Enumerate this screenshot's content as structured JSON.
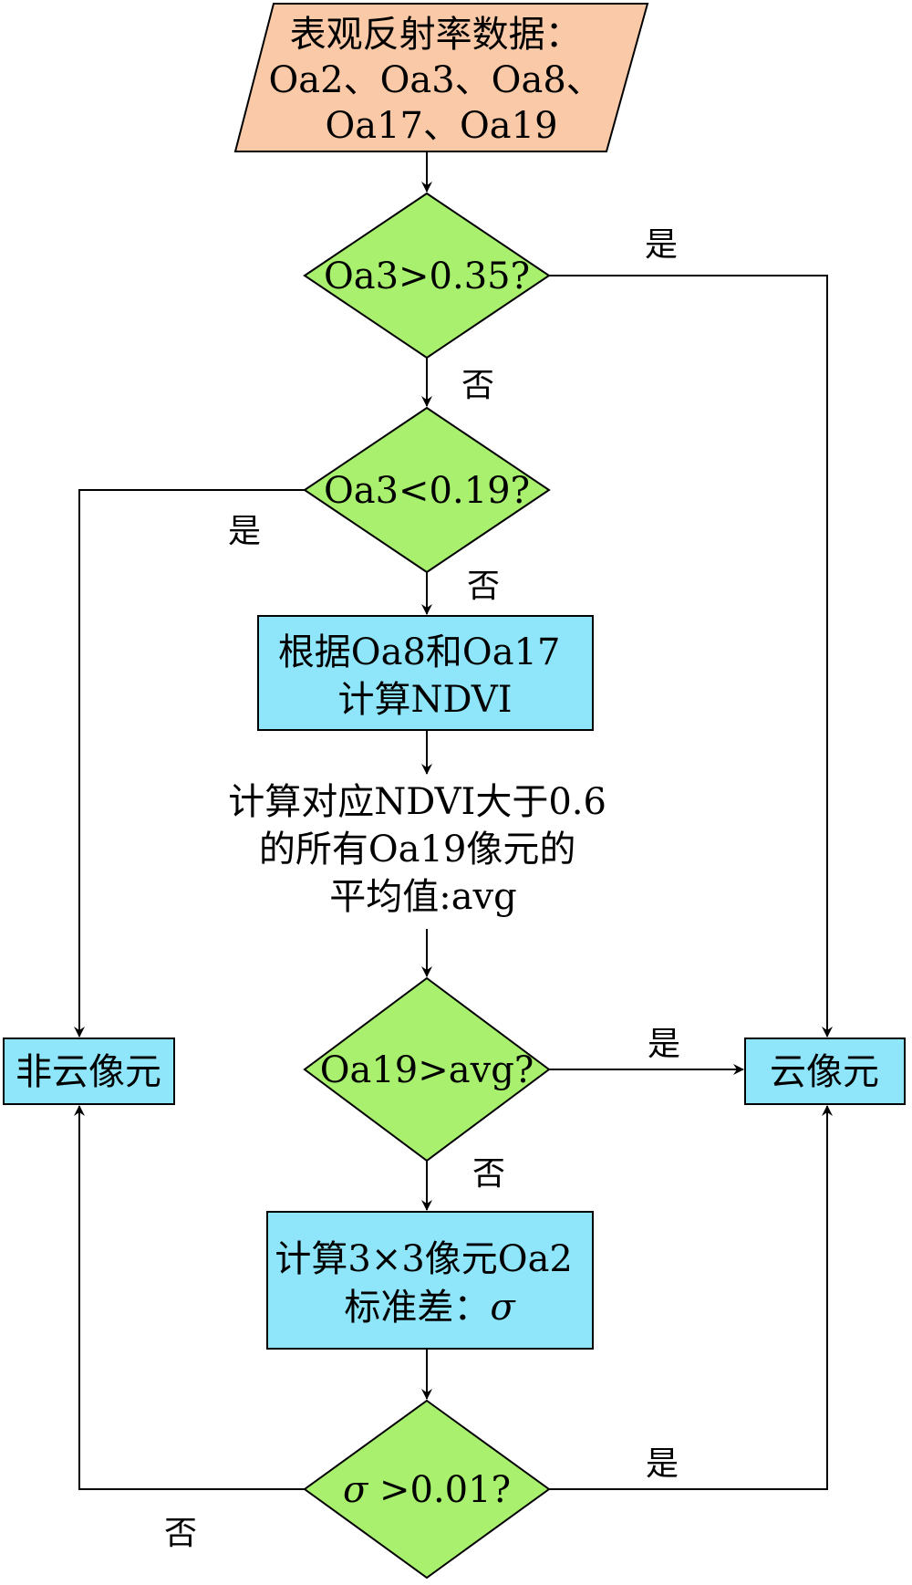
{
  "colors": {
    "input_fill": "#f9c9a8",
    "decision_fill": "#a8f06e",
    "process_fill": "#8fe6fa",
    "line": "#000000"
  },
  "nodes": {
    "input": {
      "lines": [
        "表观反射率数据：",
        "Oa2、Oa3、Oa8、",
        "Oa17、Oa19"
      ]
    },
    "decision1": {
      "label": "Oa3>0.35?"
    },
    "decision2": {
      "label": "Oa3<0.19?"
    },
    "process_ndvi": {
      "lines": [
        "根据Oa8和Oa17",
        "计算NDVI"
      ]
    },
    "avg_text": {
      "lines": [
        "计算对应NDVI大于0.6",
        "的所有Oa19像元的",
        "平均值:avg"
      ]
    },
    "decision3": {
      "label": "Oa19>avg?"
    },
    "process_sigma": {
      "lines": [
        "计算3×3像元Oa2",
        "标准差："
      ],
      "symbol": "σ"
    },
    "decision4": {
      "symbol": "σ",
      "label": " >0.01?"
    },
    "non_cloud": {
      "label": "非云像元"
    },
    "cloud": {
      "label": "云像元"
    }
  },
  "edges": {
    "d1_yes": "是",
    "d1_no": "否",
    "d2_yes": "是",
    "d2_no": "否",
    "d3_yes": "是",
    "d3_no": "否",
    "d4_yes": "是",
    "d4_no": "否"
  }
}
